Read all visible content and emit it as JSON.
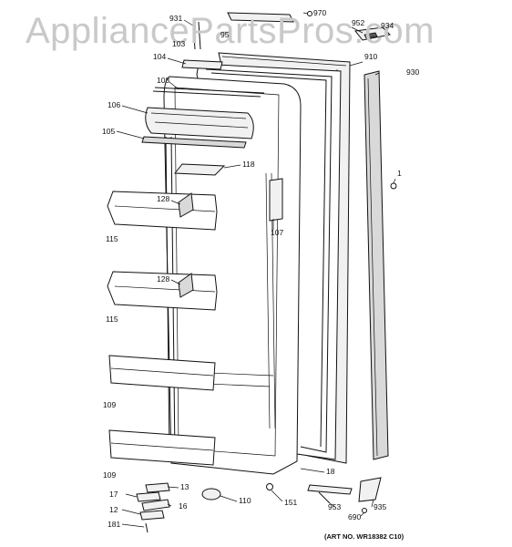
{
  "watermark": "AppliancePartsPros.com",
  "art_number": "(ART NO. WR18382 C10)",
  "callouts": [
    "970",
    "931",
    "952",
    "934",
    "95",
    "103",
    "910",
    "104",
    "930",
    "108",
    "106",
    "105",
    "118",
    "1",
    "128",
    "107",
    "115",
    "128",
    "115",
    "109",
    "109",
    "18",
    "13",
    "17",
    "16",
    "110",
    "151",
    "953",
    "935",
    "12",
    "690",
    "181"
  ]
}
